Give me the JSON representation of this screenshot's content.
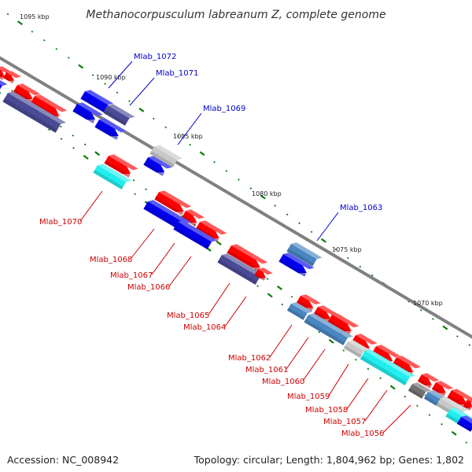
{
  "title": "Methanocorpusculum labreanum Z, complete genome",
  "footer": {
    "accession": "Accession: NC_008942",
    "summary": "Topology: circular; Length: 1,804,962 bp; Genes: 1,802"
  },
  "colors": {
    "forward_gene": "#ff0000",
    "reverse_gene": "#0000ee",
    "navy_gene": "#4a4a96",
    "cyan_gene": "#22eeee",
    "steel_gene": "#4a86c0",
    "grey_gene": "#c8c8c8",
    "dark_gene": "#707070",
    "backbone": "#808080",
    "tick": "#0a7a0a",
    "label_top": "#0000cc",
    "label_bottom": "#cc0000"
  },
  "scale_labels": [
    {
      "text": "1095 kbp"
    },
    {
      "text": "1090 kbp"
    },
    {
      "text": "1085 kbp"
    },
    {
      "text": "1080 kbp"
    },
    {
      "text": "1075 kbp"
    },
    {
      "text": "1070 kbp"
    }
  ],
  "genes_top": [
    {
      "label": "Mlab_1072"
    },
    {
      "label": "Mlab_1071"
    },
    {
      "label": "Mlab_1069"
    },
    {
      "label": "Mlab_1063"
    }
  ],
  "genes_bottom": [
    {
      "label": "Mlab_1070"
    },
    {
      "label": "Mlab_1068"
    },
    {
      "label": "Mlab_1067"
    },
    {
      "label": "Mlab_1066"
    },
    {
      "label": "Mlab_1065"
    },
    {
      "label": "Mlab_1064"
    },
    {
      "label": "Mlab_1062"
    },
    {
      "label": "Mlab_1061"
    },
    {
      "label": "Mlab_1060"
    },
    {
      "label": "Mlab_1059"
    },
    {
      "label": "Mlab_1058"
    },
    {
      "label": "Mlab_1057"
    },
    {
      "label": "Mlab_1056"
    }
  ]
}
